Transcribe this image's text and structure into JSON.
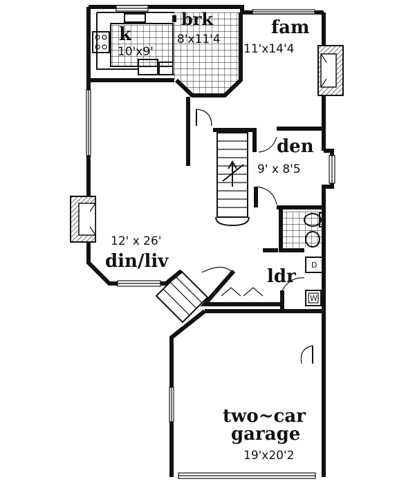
{
  "rooms": {
    "kitchen": {
      "name": "k",
      "dim": "10'x9'"
    },
    "breakfast": {
      "name": "brk",
      "dim": "8'x11'4"
    },
    "family": {
      "name": "fam",
      "dim": "11'x14'4"
    },
    "den": {
      "name": "den",
      "dim": "9' x 8'5"
    },
    "dining_living": {
      "name": "din/liv",
      "dim": "12' x 26'"
    },
    "laundry": {
      "name": "ldr"
    },
    "garage": {
      "name_line1": "two~car",
      "name_line2": "garage",
      "dim": "19'x20'2"
    }
  },
  "appliances": {
    "dryer": "D",
    "washer": "W"
  }
}
